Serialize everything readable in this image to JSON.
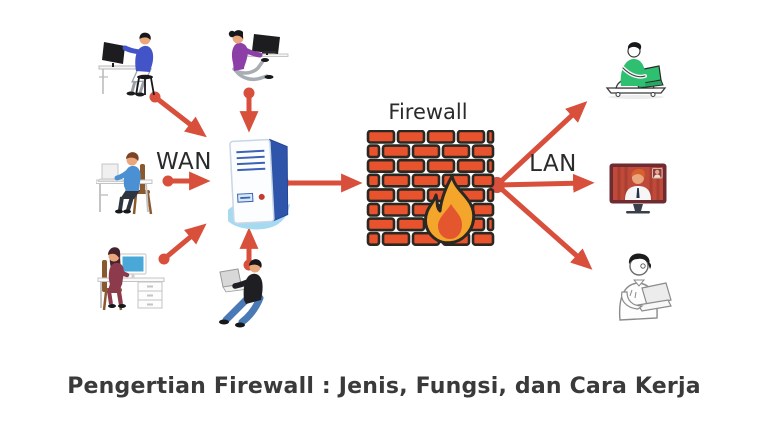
{
  "title": "Pengertian Firewall : Jenis, Fungsi, dan Cara Kerja",
  "labels": {
    "wan": "WAN",
    "lan": "LAN",
    "firewall": "Firewall"
  },
  "colors": {
    "background": "#ffffff",
    "arrow": "#d84f3c",
    "brick_fill": "#e8532e",
    "brick_outline": "#2b2823",
    "flame_outer": "#f4a52c",
    "flame_inner": "#e4572e",
    "server_side_blue": "#2e55aa",
    "server_swoosh_blue": "#a6daf0",
    "label_text": "#2b2b2b",
    "title_text": "#3a3a3a"
  },
  "icons": {
    "wan_side": [
      "person-desktop-blue-icon",
      "person-desktop-purple-icon",
      "person-laptop-teal-icon",
      "person-desktop-maroon-icon",
      "person-laptop-black-icon"
    ],
    "center": [
      "server-tower-icon",
      "firewall-brick-wall-icon",
      "flame-icon"
    ],
    "lan_side": [
      "person-laptop-green-icon",
      "video-call-monitor-icon",
      "person-laptop-lineart-icon"
    ]
  }
}
